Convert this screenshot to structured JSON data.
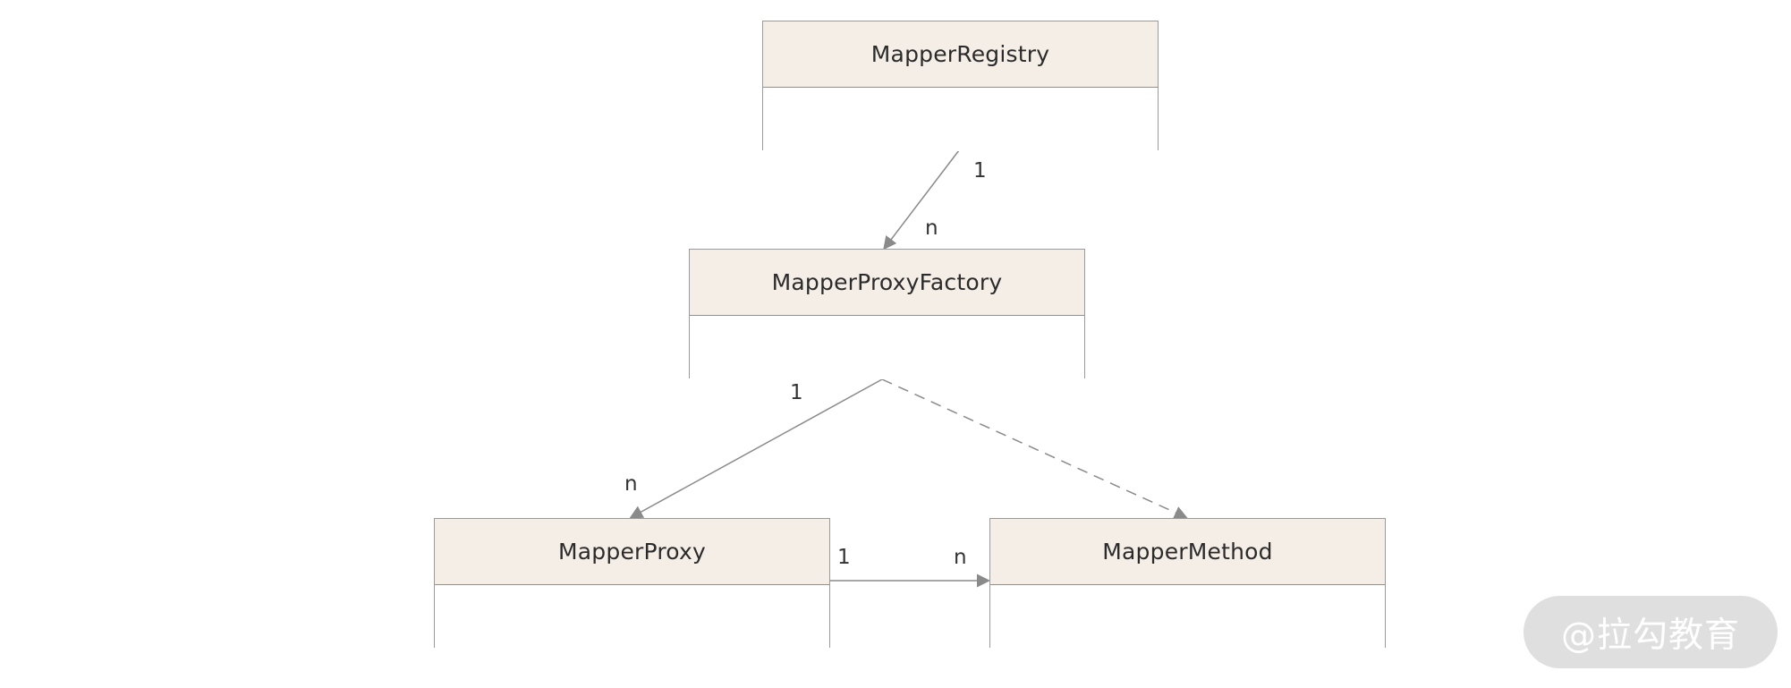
{
  "diagram": {
    "classes": {
      "registry": {
        "name": "MapperRegistry"
      },
      "factory": {
        "name": "MapperProxyFactory"
      },
      "proxy": {
        "name": "MapperProxy"
      },
      "method": {
        "name": "MapperMethod"
      }
    },
    "relations": {
      "registry_factory": {
        "from_multiplicity": "1",
        "to_multiplicity": "n"
      },
      "factory_proxy": {
        "from_multiplicity": "1",
        "to_multiplicity": "n"
      },
      "proxy_method": {
        "from_multiplicity": "1",
        "to_multiplicity": "n"
      }
    }
  },
  "watermark": {
    "text": "@拉勾教育"
  },
  "colors": {
    "class_header_fill": "#f4eee6",
    "class_border": "#9a9a9a",
    "line_color": "#8a8a8a",
    "watermark_fill": "#d6d6d6"
  }
}
